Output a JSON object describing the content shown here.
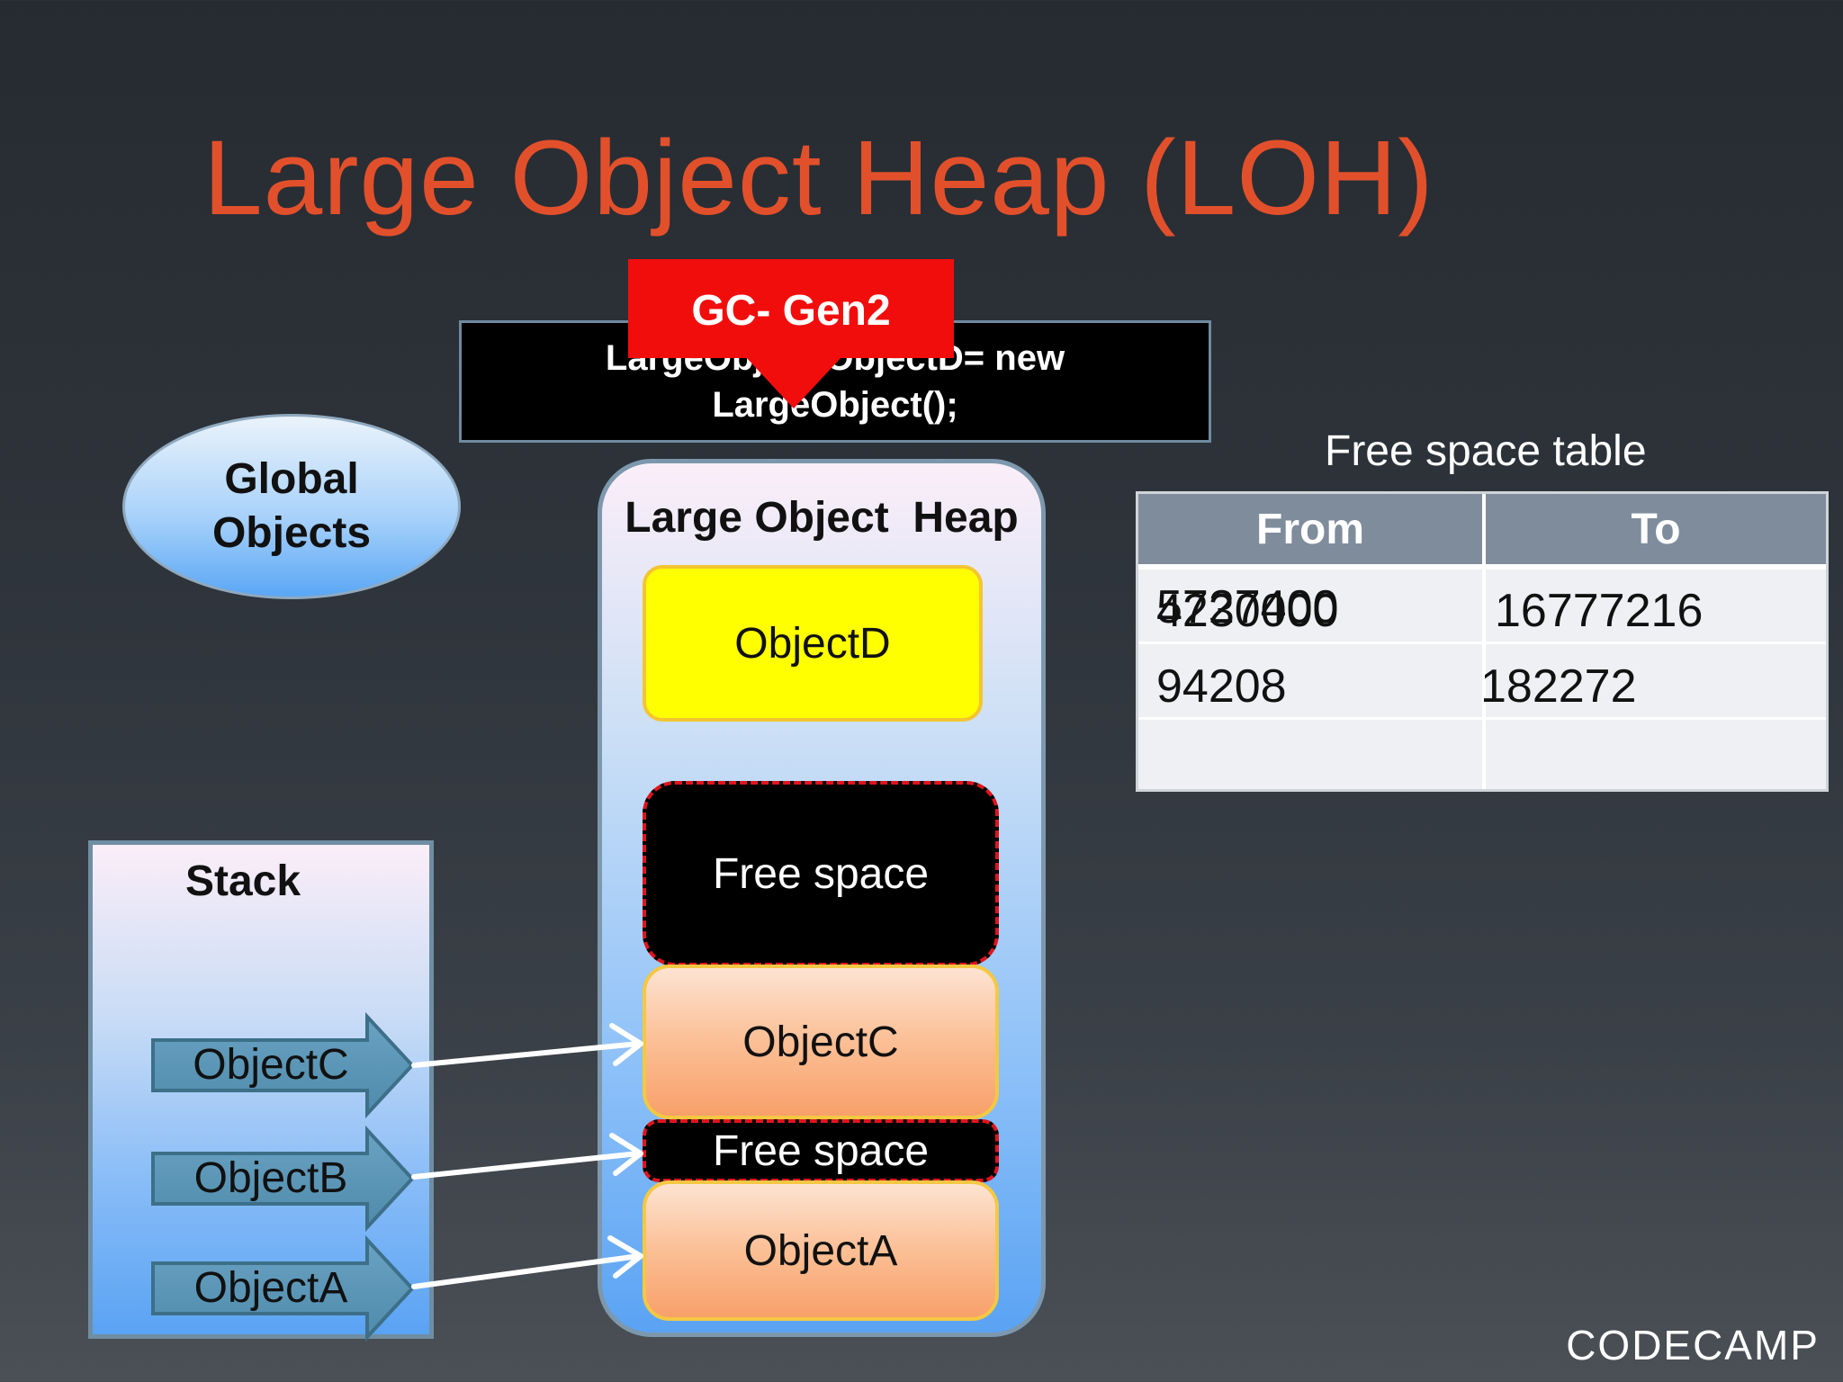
{
  "slide": {
    "title": "Large Object Heap (LOH)",
    "code_line1": "LargeObject ObjectD= new",
    "code_line2": "LargeObject();",
    "gc_badge": "GC- Gen2",
    "global_objects_line1": "Global",
    "global_objects_line2": "Objects",
    "logo": "CODECAMP"
  },
  "heap": {
    "title": "Large Object  Heap",
    "blocks": {
      "object_d": "ObjectD",
      "free_space_1": "Free space",
      "object_c": "ObjectC",
      "free_space_2": "Free space",
      "object_a": "ObjectA"
    }
  },
  "stack": {
    "title": "Stack",
    "items": [
      "ObjectC",
      "ObjectB",
      "ObjectA"
    ]
  },
  "free_space_table": {
    "caption": "Free space table",
    "headers": [
      "From",
      "To"
    ],
    "rows": [
      {
        "from_overlay_a": "5727400",
        "from_overlay_b": "4230000",
        "to": "16777216"
      },
      {
        "from": "94208",
        "to": "182272"
      },
      {
        "from": "",
        "to": ""
      }
    ]
  },
  "colors": {
    "title": "#e2502b",
    "gc_badge": "#f20d0d",
    "object_d": "#ffff00",
    "free_space": "#000000",
    "free_space_border": "#e0141c",
    "table_header": "#7f8c9c"
  }
}
